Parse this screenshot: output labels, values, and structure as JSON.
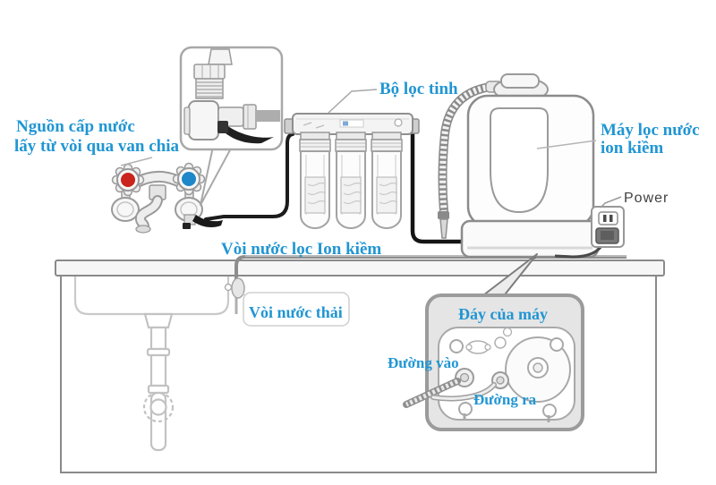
{
  "labels": {
    "water_source_line1": "Nguồn cấp nước",
    "water_source_line2": "lấy từ vòi qua van chia",
    "fine_filter": "Bộ lọc tinh",
    "ion_machine_line1": "Máy lọc nước",
    "ion_machine_line2": "ion kiềm",
    "power": "Power",
    "ion_water_faucet": "Vòi nước lọc Ion kiềm",
    "waste_water_hose": "Vòi nước thải",
    "machine_bottom": "Đáy của máy",
    "inlet": "Đường vào",
    "outlet": "Đường ra"
  },
  "colors": {
    "label_blue": "#2196d3",
    "power_text": "#3f3f3f",
    "hot_handle_red": "#c9241d",
    "cold_handle_blue": "#1e87c9",
    "tube_black": "#1c1c1c",
    "tube_gray": "#8d8d8d",
    "outline_gray": "#8f8f8f"
  }
}
